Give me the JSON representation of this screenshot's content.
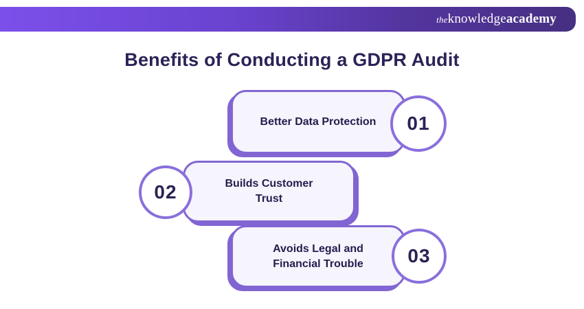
{
  "brand": {
    "logo_the": "the",
    "logo_knowledge": "knowledge",
    "logo_academy": "academy"
  },
  "title": "Benefits of Conducting a GDPR Audit",
  "benefits": [
    {
      "number": "01",
      "label": "Better Data Protection",
      "circle_side": "right"
    },
    {
      "number": "02",
      "label": "Builds Customer\nTrust",
      "circle_side": "left"
    },
    {
      "number": "03",
      "label": "Avoids Legal and\nFinancial Trouble",
      "circle_side": "right"
    }
  ],
  "colors": {
    "topbar_gradient_start": "#7b50ea",
    "topbar_gradient_end": "#463081",
    "box_border": "#8165d2",
    "box_fill": "#f6f4fc",
    "circle_border": "#8a6fdc",
    "title_text": "#2a2356",
    "body_text": "#241c4e",
    "logo_text": "#ffffff"
  }
}
